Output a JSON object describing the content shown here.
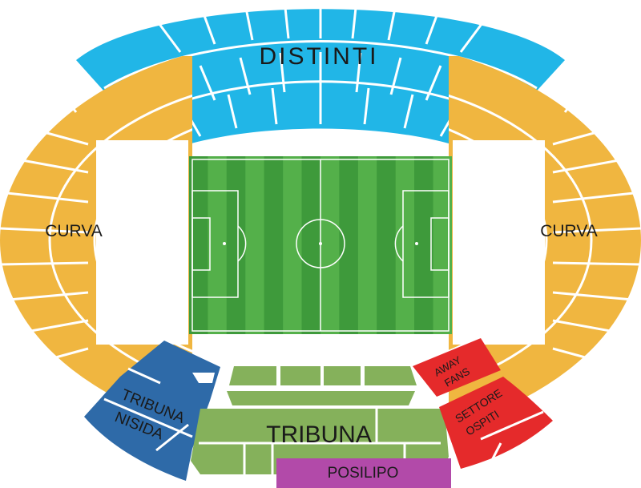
{
  "map": {
    "sectors": [
      {
        "id": "distinti",
        "label": "DISTINTI",
        "color": "#21b6e7"
      },
      {
        "id": "curva-left",
        "label": "CURVA",
        "color": "#f0b640"
      },
      {
        "id": "curva-right",
        "label": "CURVA",
        "color": "#f0b640"
      },
      {
        "id": "tribuna",
        "label": "TRIBUNA",
        "color": "#85b15b"
      },
      {
        "id": "tribuna-nisida",
        "label": "TRIBUNA NISIDA",
        "line1": "TRIBUNA",
        "line2": "NISIDA",
        "color": "#2e6aa8"
      },
      {
        "id": "posilipo",
        "label": "POSILIPO",
        "color": "#b24aa9"
      },
      {
        "id": "away-fans",
        "label": "AWAY FANS",
        "line1": "AWAY",
        "line2": "FANS",
        "color": "#e52a2b"
      },
      {
        "id": "settore-ospiti",
        "label": "SETTORE OSPITI",
        "line1": "SETTORE",
        "line2": "OSPITI",
        "color": "#e52a2b"
      }
    ],
    "pitch": {
      "grass_dark": "#3e9a3b",
      "grass_light": "#54b04a",
      "lines": "#ffffff"
    }
  }
}
